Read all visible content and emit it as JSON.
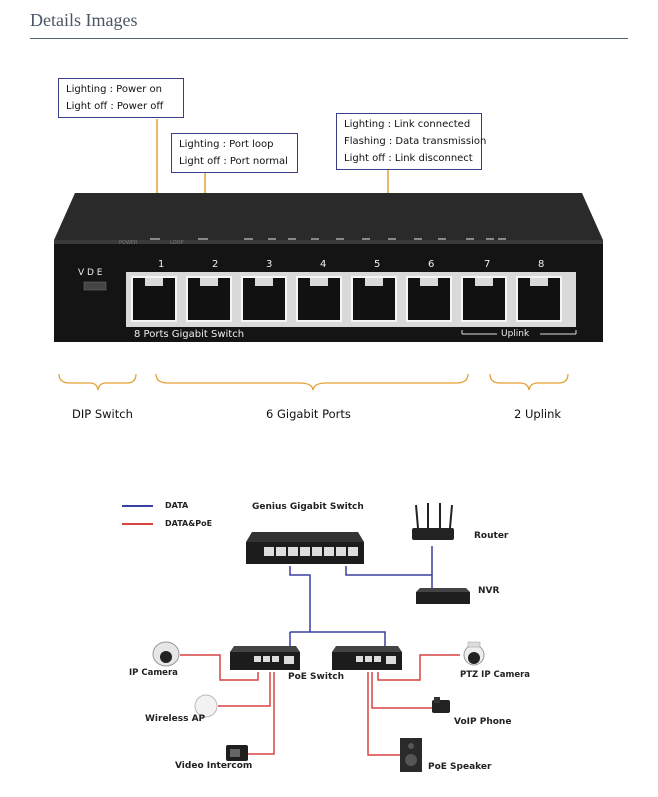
{
  "header": {
    "title": "Details Images"
  },
  "indicators": {
    "box1": {
      "line1": "Lighting : Power on",
      "line2": "Light off : Power off"
    },
    "box2": {
      "line1": "Lighting : Port loop",
      "line2": "Light off : Port normal"
    },
    "box3": {
      "line1": "Lighting : Link connected",
      "line2": "Flashing : Data transmission",
      "line3": "Light off : Link disconnect"
    }
  },
  "switch": {
    "dip_letters": "V D E",
    "port_numbers": [
      "1",
      "2",
      "3",
      "4",
      "5",
      "6",
      "7",
      "8"
    ],
    "model_label": "8 Ports Gigabit Switch",
    "uplink_label": "Uplink",
    "led_labels": {
      "power": "POWER",
      "loop": "LOOP"
    }
  },
  "brackets": {
    "dip": "DIP Switch",
    "ports": "6 Gigabit Ports",
    "uplink": "2 Uplink"
  },
  "diagram": {
    "legend": {
      "data": "DATA",
      "data_poe": "DATA&PoE"
    },
    "main_switch": "Genius Gigabit Switch",
    "router": "Router",
    "nvr": "NVR",
    "poe_switch": "PoE Switch",
    "ip_camera": "IP Camera",
    "wireless_ap": "Wireless AP",
    "video_intercom": "Video Intercom",
    "ptz_camera": "PTZ IP Camera",
    "voip_phone": "VoIP Phone",
    "poe_speaker": "PoE Speaker"
  },
  "colors": {
    "data_line": "#3b3fa0",
    "poe_line": "#d94444",
    "leader": "#e4a135",
    "box_border": "#3a3f8a"
  }
}
